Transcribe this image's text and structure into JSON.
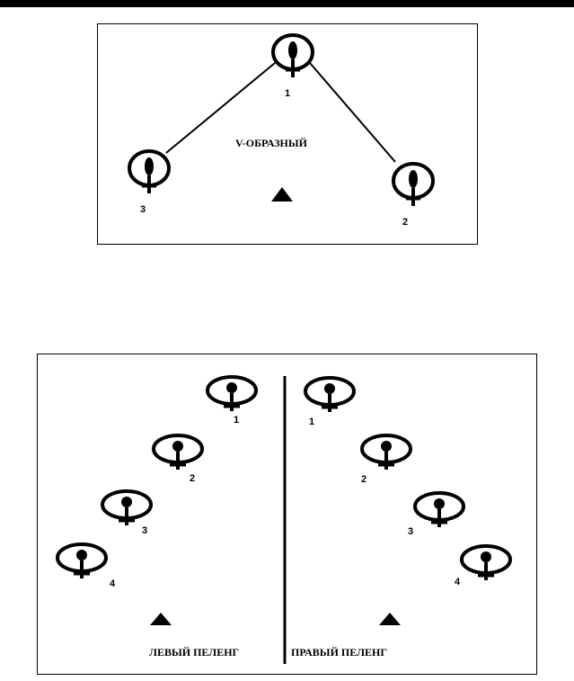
{
  "v_formation": {
    "title": "V-ОБРАЗНЫЙ",
    "diver_labels": [
      "1",
      "2",
      "3"
    ]
  },
  "echelon_left": {
    "title": "ЛЕВЫЙ ПЕЛЕНГ",
    "diver_labels": [
      "1",
      "2",
      "3",
      "4"
    ]
  },
  "echelon_right": {
    "title": "ПРАВЫЙ ПЕЛЕНГ",
    "diver_labels": [
      "1",
      "2",
      "3",
      "4"
    ]
  },
  "colors": {
    "ink": "#000000",
    "paper": "#ffffff"
  },
  "icons": {
    "diver": "diver-icon",
    "leader": "triangle-marker-icon"
  }
}
